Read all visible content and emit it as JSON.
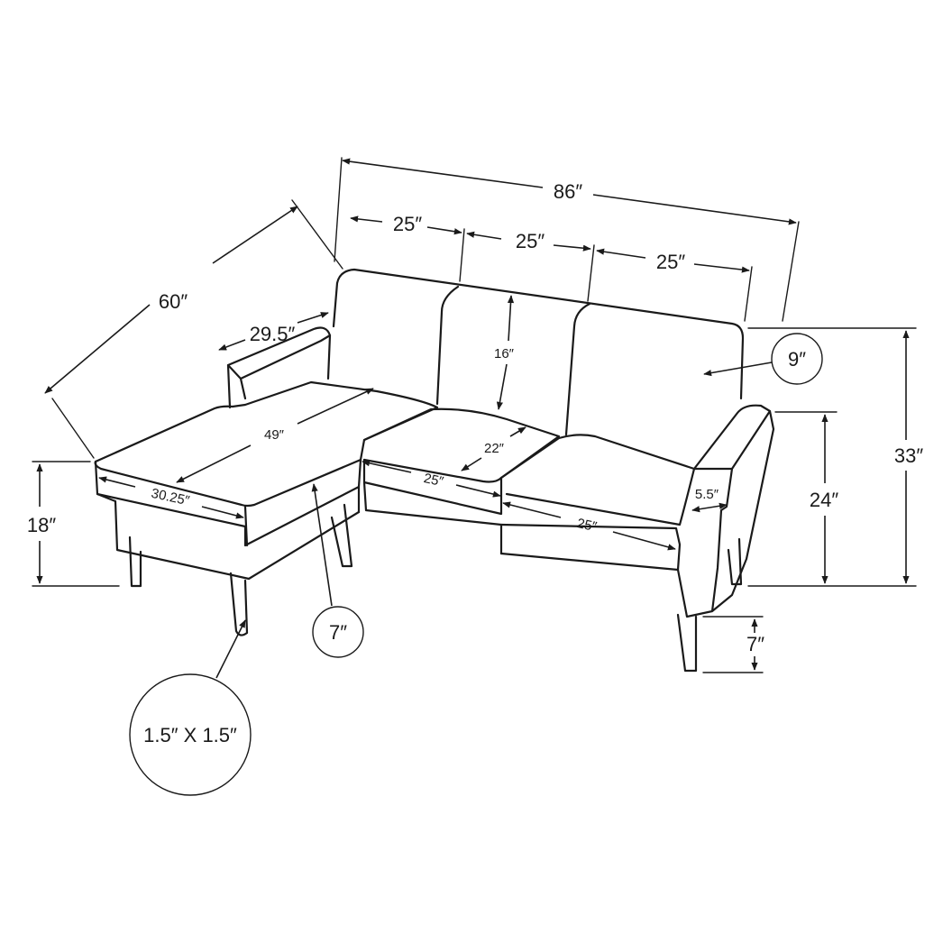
{
  "labels": {
    "total_width": "86″",
    "cushion_1": "25″",
    "cushion_2": "25″",
    "cushion_3": "25″",
    "chaise_length": "60″",
    "chaise_arm": "29.5″",
    "back_height": "16″",
    "back_depth": "9″",
    "total_height": "33″",
    "arm_height": "24″",
    "arm_width": "5.5″",
    "seat_height": "18″",
    "leg_height_right": "7″",
    "leg_height_left": "7″",
    "chaise_seat_length": "49″",
    "chaise_seat_width": "30.25″",
    "seat_depth": "22″",
    "seat_cushion_1": "25″",
    "seat_cushion_2": "25″",
    "leg_size": "1.5″ X 1.5″"
  },
  "colors": {
    "line": "#1a1a1a",
    "background": "#ffffff"
  }
}
